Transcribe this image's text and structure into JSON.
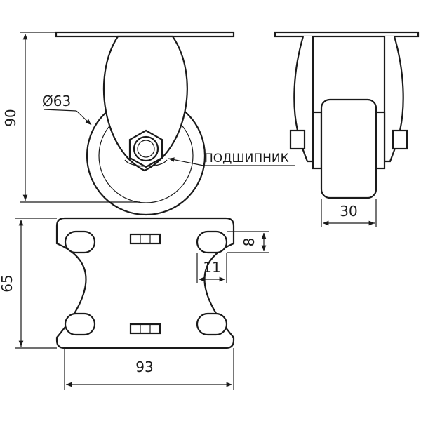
{
  "dimensions": {
    "height": "90",
    "diameter": "Ø63",
    "bearing_label": "ПОДШИПНИК",
    "wheel_width": "30",
    "hole_height": "8",
    "hole_width": "11",
    "plate_height": "65",
    "plate_width": "93"
  },
  "colors": {
    "line": "#1a1a1a",
    "background": "#ffffff"
  }
}
